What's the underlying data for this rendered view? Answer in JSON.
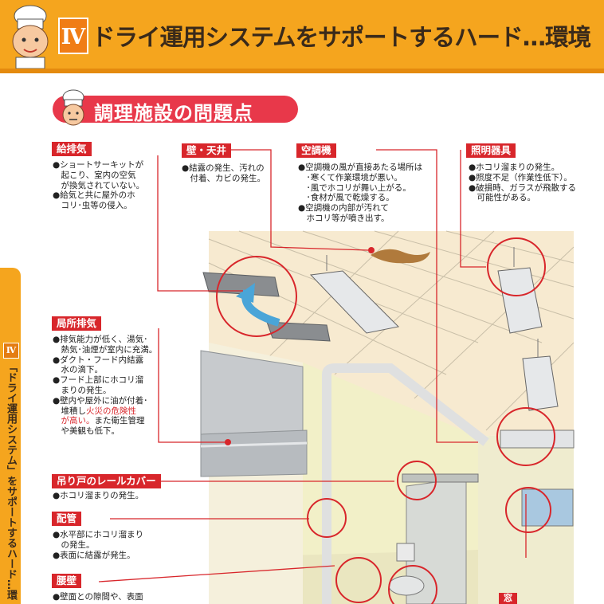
{
  "header": {
    "roman": "Ⅳ",
    "title": "ドライ運用システムをサポートするハード…環境"
  },
  "side_tab": {
    "roman": "Ⅳ",
    "text": "「ドライ運用システム」をサポートするハード…環"
  },
  "section": {
    "title": "調理施設の問題点"
  },
  "callouts": {
    "kyuhaiki": {
      "label": "給排気",
      "lines": [
        "●ショートサーキットが",
        "　起こり、室内の空気",
        "　が換気されていない。",
        "●給気と共に屋外のホ",
        "　コリ･虫等の侵入。"
      ]
    },
    "kabe": {
      "label": "壁・天井",
      "lines": [
        "●結露の発生、汚れの",
        "　付着、カビの発生。"
      ]
    },
    "kuchoki": {
      "label": "空調機",
      "lines": [
        "●空調機の風が直接あたる場所は",
        "　･寒くて作業環境が悪い。",
        "　･風でホコリが舞い上がる。",
        "　･食材が風で乾燥する。",
        "●空調機の内部が汚れて",
        "　ホコリ等が噴き出す。"
      ]
    },
    "shomei": {
      "label": "照明器具",
      "lines": [
        "●ホコリ溜まりの発生。",
        "●照度不足（作業性低下）。",
        "●破損時、ガラスが飛散する",
        "　可能性がある。"
      ]
    },
    "kyokusho": {
      "label": "局所排気",
      "lines": [
        "●排気能力が低く、湯気･",
        "　熱気･油煙が室内に充満。",
        "●ダクト・フード内結露",
        "　水の滴下。",
        "●フード上部にホコリ溜",
        "　まりの発生。",
        "●壁内や屋外に油が付着･",
        "　堆積し",
        "　が高い。また衛生管理",
        "　や美観も低下。"
      ],
      "hl1": "火災の危険性",
      "hl2": "が高い。"
    },
    "tsuri": {
      "label": "吊り戸のレールカバー",
      "lines": [
        "●ホコリ溜まりの発生。"
      ]
    },
    "haikan": {
      "label": "配管",
      "lines": [
        "●水平部にホコリ溜まり",
        "　の発生。",
        "●表面に結露が発生。"
      ]
    },
    "koshikabe": {
      "label": "腰壁",
      "lines": [
        "●壁面との隙間や、表面"
      ]
    },
    "mado": {
      "label": "窓"
    }
  },
  "colors": {
    "header": "#f5a51e",
    "label": "#d8262b",
    "pill": "#e8384a",
    "ceiling": "#f7ead0",
    "wall": "#f2f0c8"
  }
}
